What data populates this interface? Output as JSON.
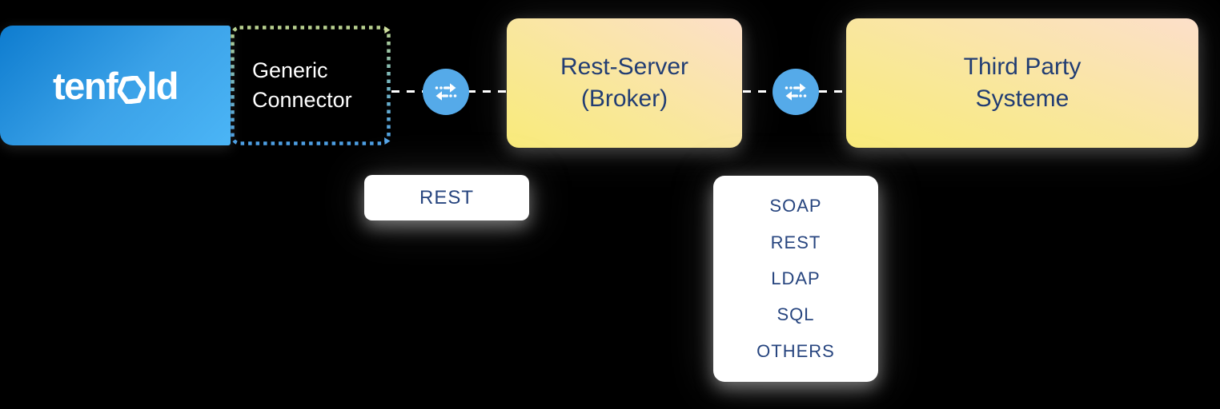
{
  "diagram": {
    "tenfold": {
      "logo_pre": "tenf",
      "logo_post": "ld",
      "hexagon_icon": "hexagon-o-icon"
    },
    "generic_connector": {
      "line1": "Generic",
      "line2": "Connector"
    },
    "rest_server": {
      "line1": "Rest-Server",
      "line2": "(Broker)"
    },
    "third_party": {
      "line1": "Third Party",
      "line2": "Systeme"
    },
    "rest_label": "REST",
    "protocols": [
      "SOAP",
      "REST",
      "LDAP",
      "SQL",
      "OTHERS"
    ],
    "colors": {
      "background": "#000000",
      "tenfold_gradient_start": "#0e7ccf",
      "tenfold_gradient_end": "#4bb5f6",
      "warm_gradient_start": "#f9eb7a",
      "warm_gradient_end": "#fcdfca",
      "navy_text": "#223d73",
      "connector_circle_blue": "#55aae9",
      "dotted_border_top": "#b9d18f",
      "dotted_border_bottom": "#4d9fe4",
      "dashed_line": "#ffffff"
    }
  }
}
